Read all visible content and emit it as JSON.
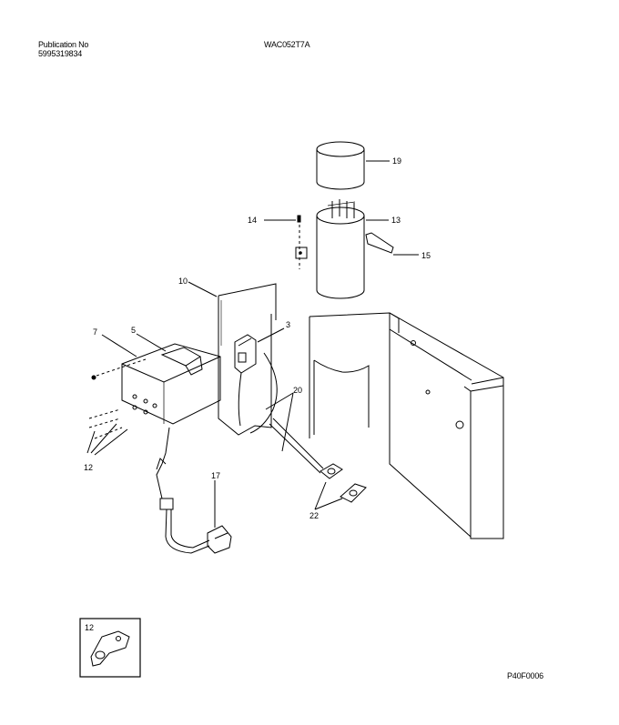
{
  "header": {
    "publication_label": "Publication No",
    "publication_number": "5995319834",
    "model": "WAC052T7A"
  },
  "footer": {
    "figure_code": "P40F0006"
  },
  "callouts": {
    "c19": "19",
    "c13": "13",
    "c14": "14",
    "c15": "15",
    "c10": "10",
    "c7": "7",
    "c5": "5",
    "c3": "3",
    "c20": "20",
    "c12": "12",
    "c17": "17",
    "c22": "22"
  },
  "inset": {
    "label": "12"
  }
}
